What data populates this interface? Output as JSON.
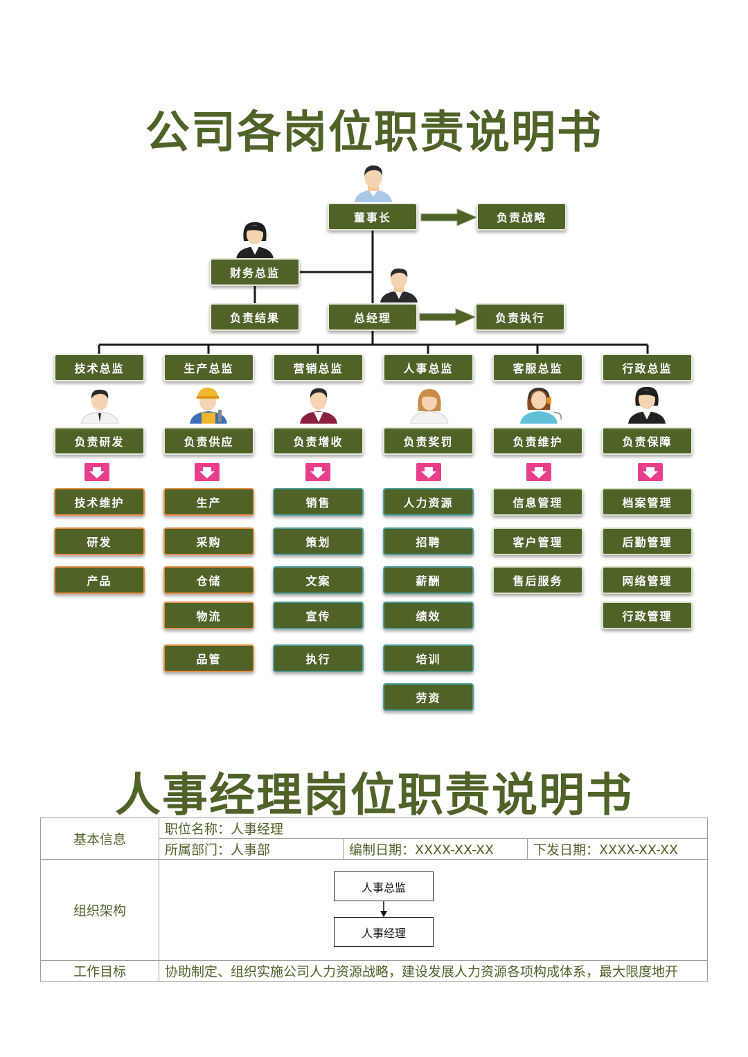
{
  "title1": "公司各岗位职责说明书",
  "title2": "人事经理岗位职责说明书",
  "org": {
    "chairman": "董事长",
    "chairman_duty": "负责战略",
    "cfo": "财务总监",
    "cfo_duty": "负责结果",
    "gm": "总经理",
    "gm_duty": "负责执行",
    "departments": [
      {
        "head": "技术总监",
        "duty": "负责研发",
        "items": [
          "技术维护",
          "研发",
          "产品"
        ]
      },
      {
        "head": "生产总监",
        "duty": "负责供应",
        "items": [
          "生产",
          "采购",
          "仓储",
          "物流",
          "品管"
        ]
      },
      {
        "head": "营销总监",
        "duty": "负责增收",
        "items": [
          "销售",
          "策划",
          "文案",
          "宣传",
          "执行"
        ]
      },
      {
        "head": "人事总监",
        "duty": "负责奖罚",
        "items": [
          "人力资源",
          "招聘",
          "薪酬",
          "绩效",
          "培训",
          "劳资"
        ]
      },
      {
        "head": "客服总监",
        "duty": "负责维护",
        "items": [
          "信息管理",
          "客户管理",
          "售后服务"
        ]
      },
      {
        "head": "行政总监",
        "duty": "负责保障",
        "items": [
          "档案管理",
          "后勤管理",
          "网络管理",
          "行政管理"
        ]
      }
    ]
  },
  "table": {
    "basic_label": "基本信息",
    "position": "职位名称：人事经理",
    "dept": "所属部门：人事部",
    "compile_date": "编制日期：XXXX-XX-XX",
    "issue_date": "下发日期：XXXX-XX-XX",
    "org_label": "组织架构",
    "org_top": "人事总监",
    "org_bottom": "人事经理",
    "goal_label": "工作目标",
    "goal_text": "协助制定、组织实施公司人力资源战略，建设发展人力资源各项构成体系，最大限度地开"
  },
  "colors": {
    "primary": "#4f6228",
    "accent_pink": "#e83f8b",
    "border_orange": "#e7904a",
    "border_teal": "#4fa0a0"
  }
}
